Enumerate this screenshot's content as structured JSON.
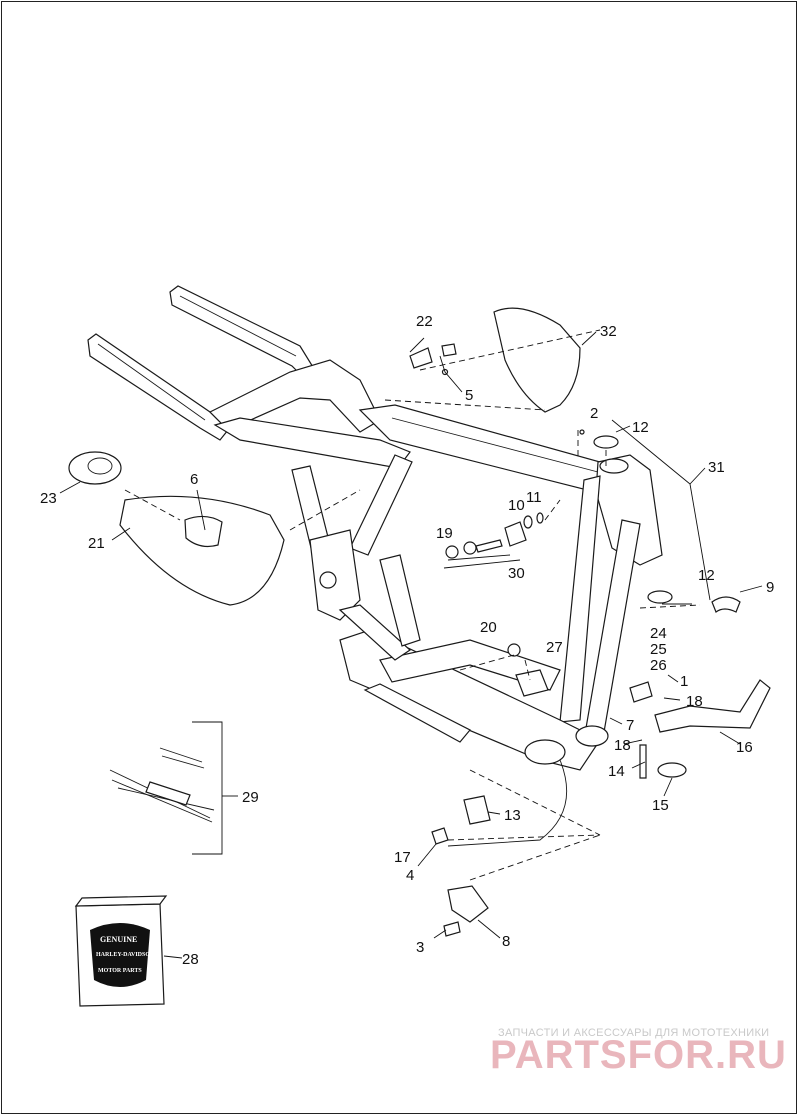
{
  "callouts": {
    "c1": "1",
    "c2": "2",
    "c3": "3",
    "c4": "4",
    "c5": "5",
    "c6": "6",
    "c7": "7",
    "c8": "8",
    "c9": "9",
    "c10": "10",
    "c11": "11",
    "c12a": "12",
    "c12b": "12",
    "c13": "13",
    "c14": "14",
    "c15": "15",
    "c16": "16",
    "c17": "17",
    "c18a": "18",
    "c18b": "18",
    "c19": "19",
    "c20": "20",
    "c21": "21",
    "c22": "22",
    "c23": "23",
    "c24": "24",
    "c25": "25",
    "c26": "26",
    "c27": "27",
    "c28": "28",
    "c29": "29",
    "c30": "30",
    "c31": "31",
    "c32": "32"
  },
  "box": {
    "line1": "GENUINE",
    "line2": "HARLEY-DAVIDSON",
    "line3": "MOTOR PARTS"
  },
  "watermark": {
    "tagline": "ЗАПЧАСТИ И АКСЕССУАРЫ ДЛЯ МОТОТЕХНИКИ",
    "brand": "PARTSFOR.RU"
  }
}
